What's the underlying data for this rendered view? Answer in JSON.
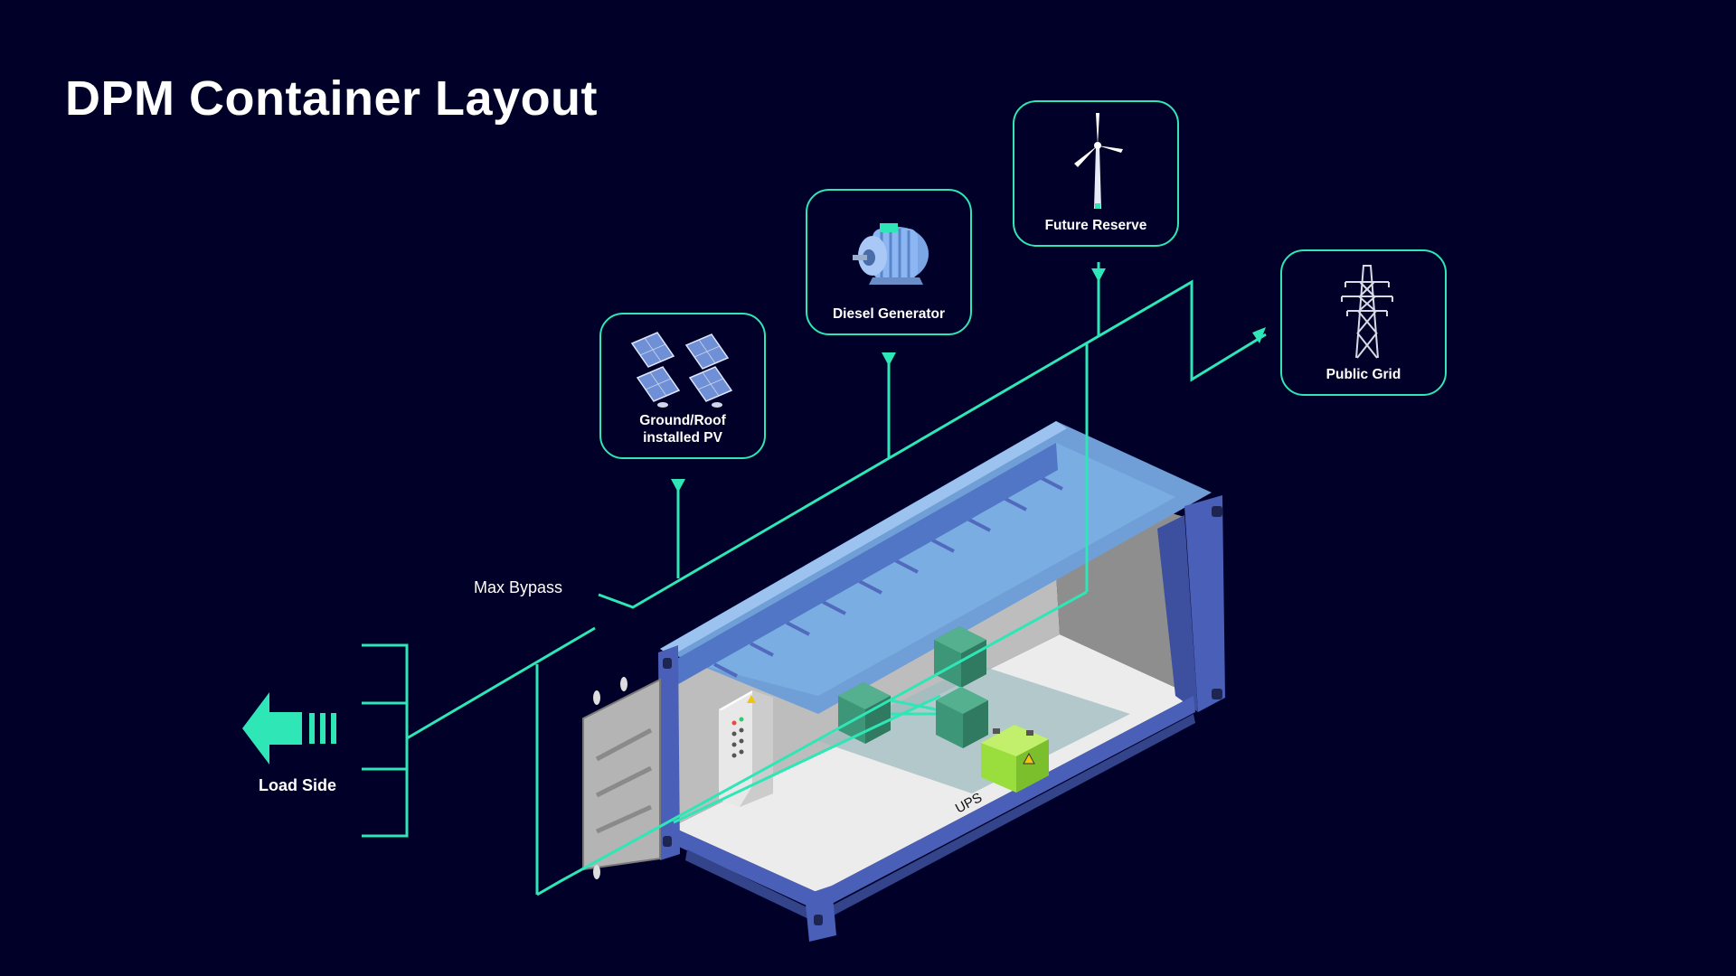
{
  "title": "DPM Container Layout",
  "colors": {
    "background": "#000028",
    "accent": "#2ee6b6",
    "container_blue": "#4a5fb8",
    "roof_blue": "#6f9fd6",
    "module_green": "#3e9678",
    "battery_green": "#9ade3e"
  },
  "sources": [
    {
      "id": "pv",
      "label": "Ground/Roof installed PV",
      "icon": "solar-panel-icon"
    },
    {
      "id": "diesel",
      "label": "Diesel Generator",
      "icon": "diesel-generator-icon"
    },
    {
      "id": "future",
      "label": "Future Reserve",
      "icon": "wind-turbine-icon"
    },
    {
      "id": "grid",
      "label": "Public Grid",
      "icon": "transmission-tower-icon"
    }
  ],
  "labels": {
    "max_bypass": "Max Bypass",
    "load_side": "Load Side",
    "ups": "UPS"
  }
}
